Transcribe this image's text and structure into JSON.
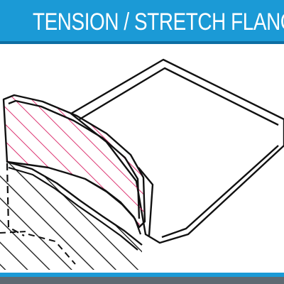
{
  "header": {
    "title": "TENSION / STRETCH FLANGE"
  },
  "colors": {
    "header_bar": "#1b9ad6",
    "section_hatch": "#d81b60",
    "line_art": "#111111",
    "footer_stripe": "#5f6a72"
  },
  "diagram": {
    "subject": "stretch flange cross-section illustration",
    "icons": [
      "flange-part",
      "workpiece-section",
      "die-section"
    ]
  }
}
